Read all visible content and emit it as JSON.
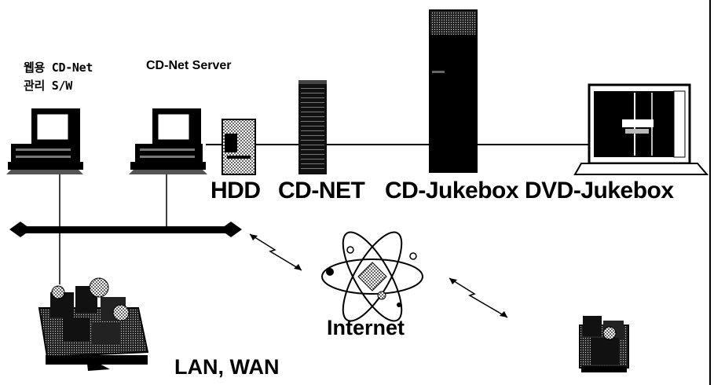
{
  "labels": {
    "admin_sw_line1": "웹용 CD-Net",
    "admin_sw_line2": "관리 S/W",
    "cd_net_server": "CD-Net Server",
    "hdd": "HDD",
    "cd_net": "CD-NET",
    "cd_jukebox": "CD-Jukebox",
    "dvd_jukebox": "DVD-Jukebox",
    "internet": "Internet",
    "lan_wan": "LAN, WAN"
  },
  "icons": [
    "admin-workstation-icon",
    "server-workstation-icon",
    "hdd-unit-icon",
    "cd-net-tower-icon",
    "cd-jukebox-tower-icon",
    "dvd-jukebox-icon",
    "network-bus-icon",
    "lan-wan-cluster-icon",
    "internet-atom-icon",
    "remote-user-cluster-icon",
    "lightning-link-icon"
  ]
}
